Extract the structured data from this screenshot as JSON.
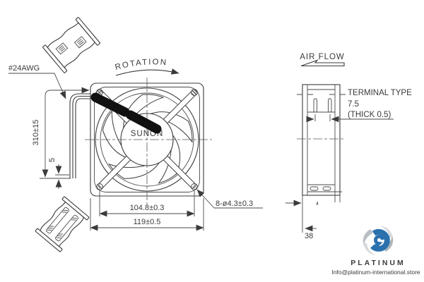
{
  "drawing": {
    "rotation_label": "ROTATION",
    "airflow_label": "AIR FLOW",
    "wire_gauge_label": "#24AWG",
    "front_view": {
      "brand": "SUNON",
      "dim_hole_pitch": "104.8±0.3",
      "dim_frame_width": "119±0.5",
      "dim_mounting_holes": "8-ø4.3±0.3",
      "dim_lead_length": "310±15",
      "dim_lead_strip": "5"
    },
    "side_view": {
      "terminal_type_line1": "TERMINAL TYPE",
      "terminal_type_line2": "7.5",
      "terminal_type_line3": "(THICK 0.5)",
      "dim_depth": "38",
      "dim_flange": "4"
    },
    "colors": {
      "line": "#3b3b3b"
    }
  },
  "watermark": {
    "brand": "PLATINUM",
    "email": "Info@platinum-international.store",
    "brand_color": "#2a71ae",
    "gray": "#bcc2c7"
  }
}
